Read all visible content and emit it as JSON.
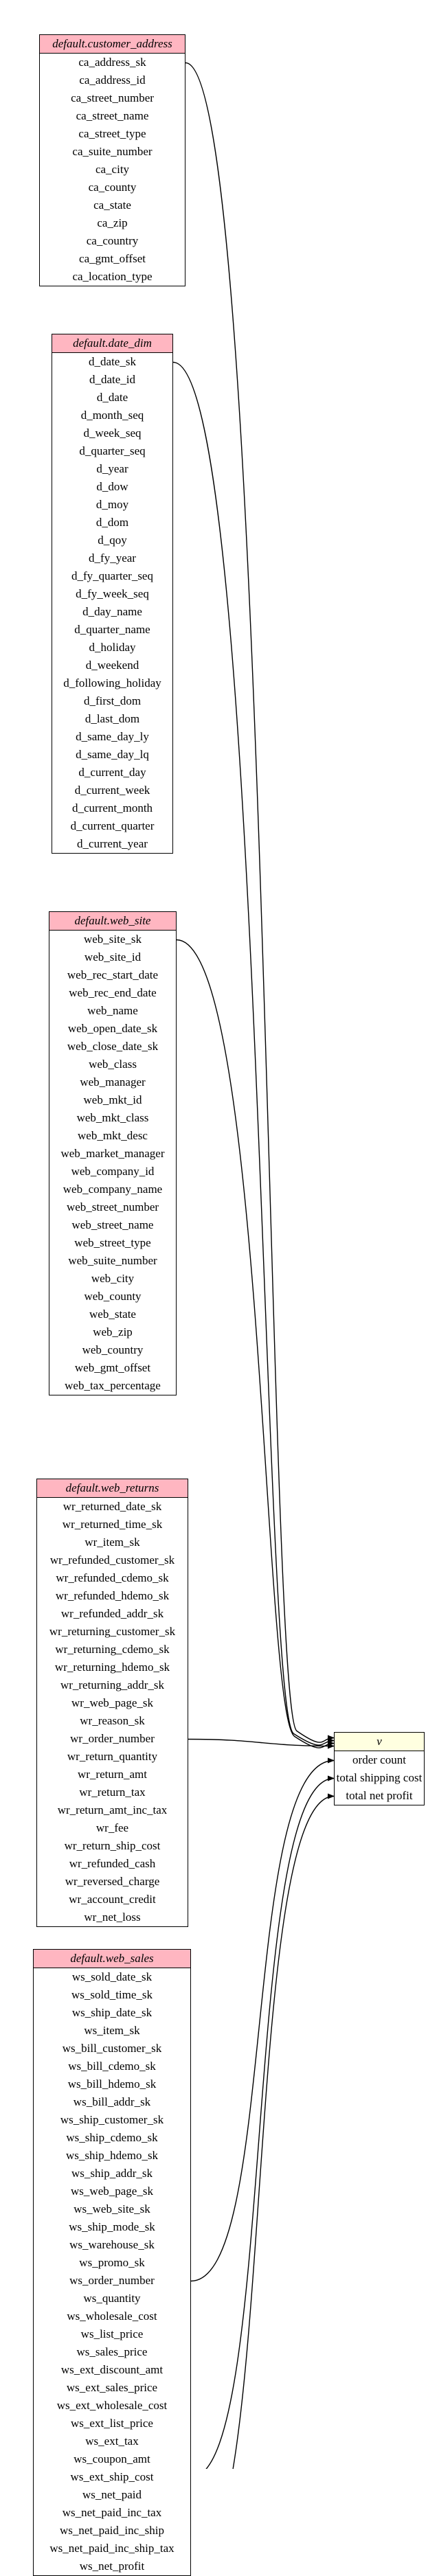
{
  "tables": [
    {
      "id": "customer_address",
      "title": "default.customer_address",
      "columns": [
        "ca_address_sk",
        "ca_address_id",
        "ca_street_number",
        "ca_street_name",
        "ca_street_type",
        "ca_suite_number",
        "ca_city",
        "ca_county",
        "ca_state",
        "ca_zip",
        "ca_country",
        "ca_gmt_offset",
        "ca_location_type"
      ]
    },
    {
      "id": "date_dim",
      "title": "default.date_dim",
      "columns": [
        "d_date_sk",
        "d_date_id",
        "d_date",
        "d_month_seq",
        "d_week_seq",
        "d_quarter_seq",
        "d_year",
        "d_dow",
        "d_moy",
        "d_dom",
        "d_qoy",
        "d_fy_year",
        "d_fy_quarter_seq",
        "d_fy_week_seq",
        "d_day_name",
        "d_quarter_name",
        "d_holiday",
        "d_weekend",
        "d_following_holiday",
        "d_first_dom",
        "d_last_dom",
        "d_same_day_ly",
        "d_same_day_lq",
        "d_current_day",
        "d_current_week",
        "d_current_month",
        "d_current_quarter",
        "d_current_year"
      ]
    },
    {
      "id": "web_site",
      "title": "default.web_site",
      "columns": [
        "web_site_sk",
        "web_site_id",
        "web_rec_start_date",
        "web_rec_end_date",
        "web_name",
        "web_open_date_sk",
        "web_close_date_sk",
        "web_class",
        "web_manager",
        "web_mkt_id",
        "web_mkt_class",
        "web_mkt_desc",
        "web_market_manager",
        "web_company_id",
        "web_company_name",
        "web_street_number",
        "web_street_name",
        "web_street_type",
        "web_suite_number",
        "web_city",
        "web_county",
        "web_state",
        "web_zip",
        "web_country",
        "web_gmt_offset",
        "web_tax_percentage"
      ]
    },
    {
      "id": "web_returns",
      "title": "default.web_returns",
      "columns": [
        "wr_returned_date_sk",
        "wr_returned_time_sk",
        "wr_item_sk",
        "wr_refunded_customer_sk",
        "wr_refunded_cdemo_sk",
        "wr_refunded_hdemo_sk",
        "wr_refunded_addr_sk",
        "wr_returning_customer_sk",
        "wr_returning_cdemo_sk",
        "wr_returning_hdemo_sk",
        "wr_returning_addr_sk",
        "wr_web_page_sk",
        "wr_reason_sk",
        "wr_order_number",
        "wr_return_quantity",
        "wr_return_amt",
        "wr_return_tax",
        "wr_return_amt_inc_tax",
        "wr_fee",
        "wr_return_ship_cost",
        "wr_refunded_cash",
        "wr_reversed_charge",
        "wr_account_credit",
        "wr_net_loss"
      ]
    },
    {
      "id": "web_sales",
      "title": "default.web_sales",
      "columns": [
        "ws_sold_date_sk",
        "ws_sold_time_sk",
        "ws_ship_date_sk",
        "ws_item_sk",
        "ws_bill_customer_sk",
        "ws_bill_cdemo_sk",
        "ws_bill_hdemo_sk",
        "ws_bill_addr_sk",
        "ws_ship_customer_sk",
        "ws_ship_cdemo_sk",
        "ws_ship_hdemo_sk",
        "ws_ship_addr_sk",
        "ws_web_page_sk",
        "ws_web_site_sk",
        "ws_ship_mode_sk",
        "ws_warehouse_sk",
        "ws_promo_sk",
        "ws_order_number",
        "ws_quantity",
        "ws_wholesale_cost",
        "ws_list_price",
        "ws_sales_price",
        "ws_ext_discount_amt",
        "ws_ext_sales_price",
        "ws_ext_wholesale_cost",
        "ws_ext_list_price",
        "ws_ext_tax",
        "ws_coupon_amt",
        "ws_ext_ship_cost",
        "ws_net_paid",
        "ws_net_paid_inc_tax",
        "ws_net_paid_inc_ship",
        "ws_net_paid_inc_ship_tax",
        "ws_net_profit"
      ]
    }
  ],
  "result": {
    "title": "v",
    "columns": [
      "order count",
      "total shipping cost",
      "total net profit"
    ]
  },
  "edges": [
    {
      "from_table": "customer_address",
      "from_col": "ca_address_sk",
      "to_row": "head"
    },
    {
      "from_table": "date_dim",
      "from_col": "d_date_sk",
      "to_row": "head"
    },
    {
      "from_table": "web_site",
      "from_col": "web_site_sk",
      "to_row": "head"
    },
    {
      "from_table": "web_returns",
      "from_col": "wr_order_number",
      "to_row": "head"
    },
    {
      "from_table": "web_sales",
      "from_col": "ws_order_number",
      "to_row": "order count"
    },
    {
      "from_table": "web_sales",
      "from_col": "ws_ext_ship_cost",
      "to_row": "total shipping cost"
    },
    {
      "from_table": "web_sales",
      "from_col": "ws_net_profit",
      "to_row": "total net profit"
    }
  ],
  "colors": {
    "table_header": "#ffb6c1",
    "result_header": "#ffffe0",
    "edge": "#000000"
  }
}
